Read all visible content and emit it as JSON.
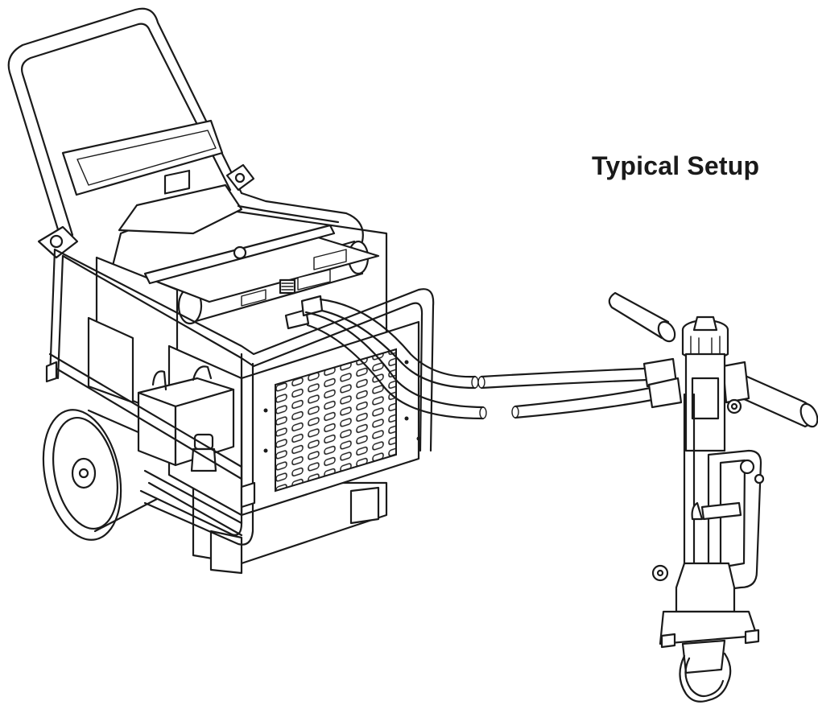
{
  "title": "Typical Setup",
  "components": [
    "hydraulic-power-unit",
    "hydraulic-hoses",
    "hydraulic-driver-tool"
  ]
}
